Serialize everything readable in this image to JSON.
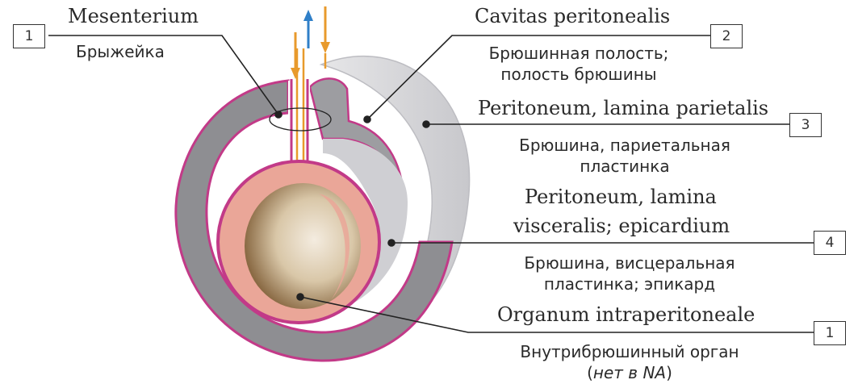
{
  "labels": [
    {
      "number": "1",
      "latin": "Mesenterium",
      "russian": "Брыжейка"
    },
    {
      "number": "2",
      "latin": "Cavitas peritonealis",
      "russian_lines": [
        "Брюшинная полость;",
        "полость брюшины"
      ]
    },
    {
      "number": "3",
      "latin": "Peritoneum, lamina parietalis",
      "russian_lines": [
        "Брюшина, париетальная",
        "пластинка"
      ]
    },
    {
      "number": "4",
      "latin_lines": [
        "Peritoneum, lamina",
        "visceralis; epicardium"
      ],
      "russian_lines": [
        "Брюшина, висцеральная",
        "пластинка; эпикард"
      ]
    },
    {
      "number": "1",
      "latin": "Organum intraperitoneale",
      "russian_lines": [
        "Внутрибрюшинный орган"
      ],
      "note_open": "(",
      "note_italic": "нет в NA",
      "note_close": ")"
    }
  ],
  "colors": {
    "parietal_layer": "#d4d4d6",
    "visceral_layer": "#98989c",
    "membrane_line": "#c23a88",
    "organ_wall": "#eaa698",
    "lumen": "#d9c7a8",
    "vessel_blue": "#2f7fc8",
    "vessel_orange": "#e89a2c"
  }
}
